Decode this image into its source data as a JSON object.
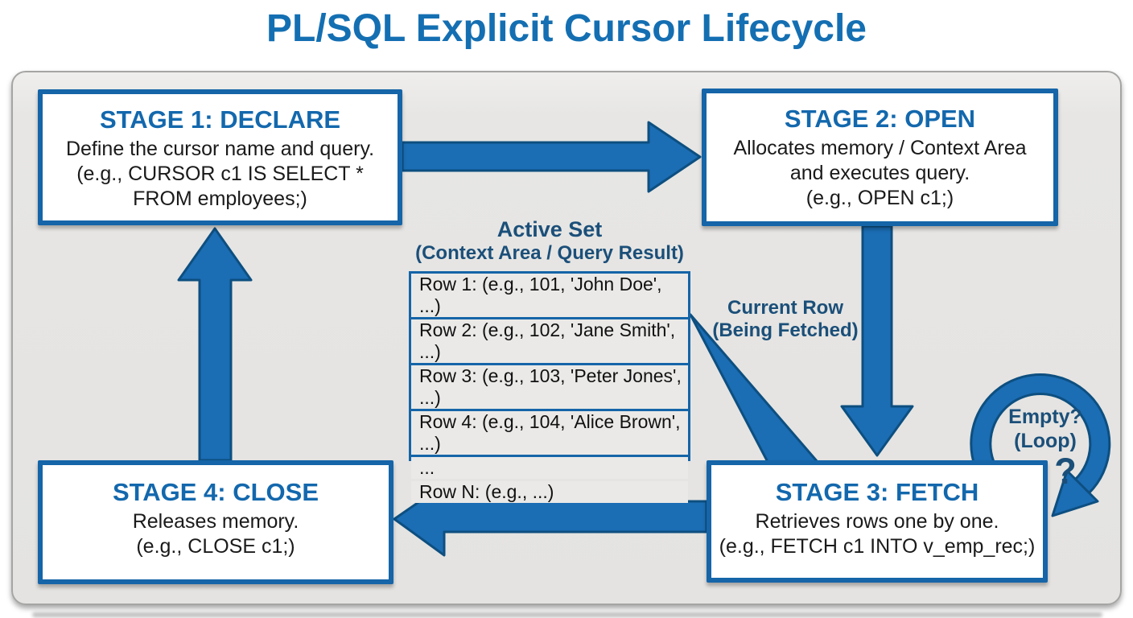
{
  "title": "PL/SQL Explicit Cursor Lifecycle",
  "stages": [
    {
      "heading": "STAGE 1: DECLARE",
      "lines": [
        "Define the cursor name and query.",
        "(e.g., CURSOR c1 IS SELECT *",
        "FROM employees;)"
      ]
    },
    {
      "heading": "STAGE 2: OPEN",
      "lines": [
        "Allocates memory / Context Area",
        "and executes query.",
        "(e.g., OPEN c1;)"
      ]
    },
    {
      "heading": "STAGE 3: FETCH",
      "lines": [
        "Retrieves rows one by one.",
        "(e.g., FETCH c1 INTO v_emp_rec;)"
      ]
    },
    {
      "heading": "STAGE 4: CLOSE",
      "lines": [
        "Releases memory.",
        "(e.g., CLOSE c1;)"
      ]
    }
  ],
  "active_set": {
    "title": "Active Set",
    "subtitle": "(Context Area / Query Result)",
    "rows": [
      "Row 1: (e.g., 101, 'John Doe', ...)",
      "Row 2: (e.g., 102, 'Jane Smith', ...)",
      "Row 3: (e.g., 103, 'Peter Jones', ...)",
      "Row 4: (e.g., 104, 'Alice Brown', ...)",
      "...",
      "Row N: (e.g., ...)"
    ]
  },
  "labels": {
    "current_row_line1": "Current Row",
    "current_row_line2": "(Being Fetched)",
    "loop_line1": "Empty?",
    "loop_line2": "(Loop)",
    "loop_question": "?"
  },
  "colors": {
    "title_blue": "#146fb2",
    "heading_blue": "#1368ad",
    "border_blue": "#1565a8",
    "arrow_fill": "#1b6db4",
    "arrow_outline": "#0d4f80",
    "navy": "#1b4f79",
    "container_bg": "#e7e6e4",
    "container_border": "#a5a5a3",
    "cell_bg": "#eae9e7"
  }
}
